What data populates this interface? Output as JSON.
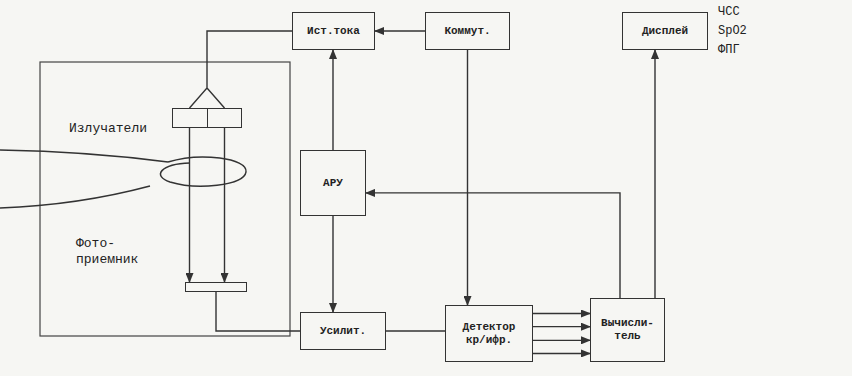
{
  "diagram": {
    "nodes": [
      {
        "text": [
          "Ист.тока"
        ]
      },
      {
        "text": [
          "Коммут."
        ]
      },
      {
        "text": [
          "Дисплей"
        ]
      },
      {
        "text": [
          "Излучатели"
        ]
      },
      {
        "text": [
          "АРУ"
        ]
      },
      {
        "text": [
          "Фото- приемник"
        ]
      },
      {
        "text": [
          "Усилит."
        ]
      },
      {
        "text": [
          "Детектор кр/ифр."
        ]
      },
      {
        "text": [
          "Вычисли- тель"
        ]
      }
    ],
    "edges": [
      {
        "from": 0,
        "to": 3,
        "arrow": "none"
      },
      {
        "from": 1,
        "to": 0,
        "arrow": "to"
      },
      {
        "from": 4,
        "to": 0,
        "arrow": "to"
      },
      {
        "from": 3,
        "to": 5,
        "arrow": "to"
      },
      {
        "from": 3,
        "to": 5,
        "arrow": "to"
      },
      {
        "from": 4,
        "to": 6,
        "arrow": "to"
      },
      {
        "from": 5,
        "to": 6,
        "arrow": "none"
      },
      {
        "from": 6,
        "to": 7,
        "arrow": "none"
      },
      {
        "from": 1,
        "to": 7,
        "arrow": "to"
      },
      {
        "from": 7,
        "to": 8,
        "arrow": "to"
      },
      {
        "from": 7,
        "to": 8,
        "arrow": "to"
      },
      {
        "from": 7,
        "to": 8,
        "arrow": "to"
      },
      {
        "from": 7,
        "to": 8,
        "arrow": "to"
      },
      {
        "from": 8,
        "to": 4,
        "arrow": "to"
      },
      {
        "from": 8,
        "to": 2,
        "arrow": "to"
      }
    ],
    "labels": [
      "ЧСС",
      "SpO2",
      "ФПГ"
    ]
  }
}
